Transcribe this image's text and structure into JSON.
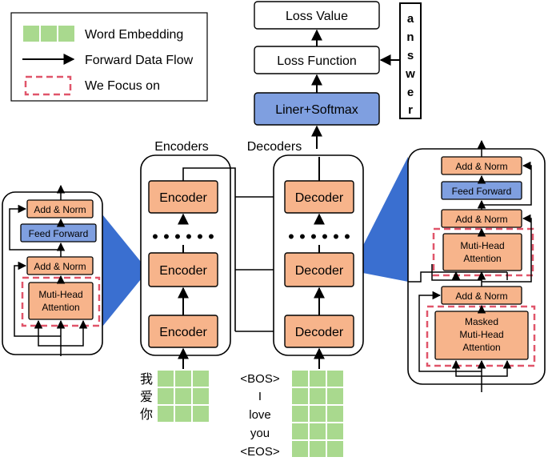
{
  "legend": {
    "word_embedding": "Word Embedding",
    "forward_flow": "Forward Data Flow",
    "focus": "We Focus on"
  },
  "top": {
    "loss_value": "Loss Value",
    "loss_function": "Loss Function",
    "softmax": "Liner+Softmax",
    "answer_letters": [
      "a",
      "n",
      "s",
      "w",
      "e",
      "r"
    ]
  },
  "stack": {
    "encoders_title": "Encoders",
    "decoders_title": "Decoders",
    "encoder_label": "Encoder",
    "decoder_label": "Decoder",
    "ellipsis_dot": "•"
  },
  "encoder_detail": {
    "add_norm": "Add & Norm",
    "feed_forward": "Feed Forward",
    "attention_line1": "Muti-Head",
    "attention_line2": "Attention"
  },
  "decoder_detail": {
    "add_norm": "Add & Norm",
    "feed_forward": "Feed Forward",
    "attention_line1": "Muti-Head",
    "attention_line2": "Attention",
    "masked_line1": "Masked",
    "masked_line2": "Muti-Head",
    "masked_line3": "Attention"
  },
  "inputs": {
    "source_tokens": [
      "我",
      "爱",
      "你"
    ],
    "target_tokens": [
      "<BOS>",
      "I",
      "love",
      "you",
      "<EOS>"
    ]
  },
  "colors": {
    "orange": "#f7b48b",
    "blue": "#7f9fe0",
    "green": "#a9d98e",
    "dashed_red": "#e0556a",
    "wedge_blue": "#3a6fd0"
  }
}
